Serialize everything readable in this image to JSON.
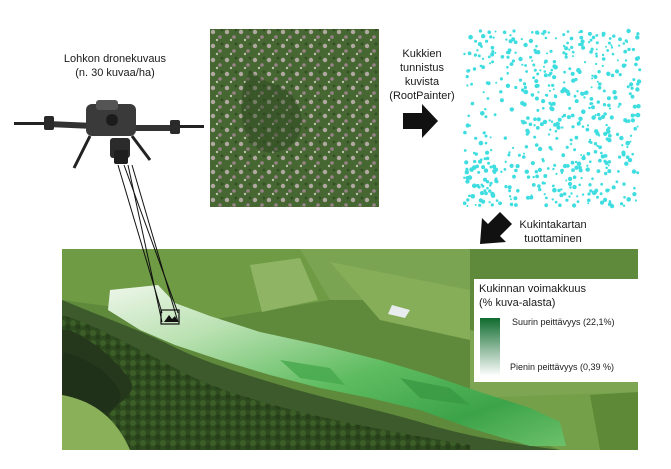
{
  "drone": {
    "caption_line1": "Lohkon dronekuvaus",
    "caption_line2": "(n. 30 kuvaa/ha)"
  },
  "detection": {
    "line1": "Kukkien",
    "line2": "tunnistus",
    "line3": "kuvista",
    "line4": "(RootPainter)"
  },
  "mapping": {
    "line1": "Kukintakartan",
    "line2": "tuottaminen"
  },
  "legend": {
    "title_line1": "Kukinnan voimakkuus",
    "title_line2": "(% kuva-alasta)",
    "max_label": "Suurin peittävyys (22,1%)",
    "min_label": "Pienin peittävyys (0,39 %)",
    "color_max": "#0f6b2e",
    "color_min": "#ffffff"
  },
  "colors": {
    "dot": "#3fdde0",
    "arrow": "#111111",
    "heat_strong": "#2f9a3f",
    "heat_light": "#d9f1d4"
  }
}
